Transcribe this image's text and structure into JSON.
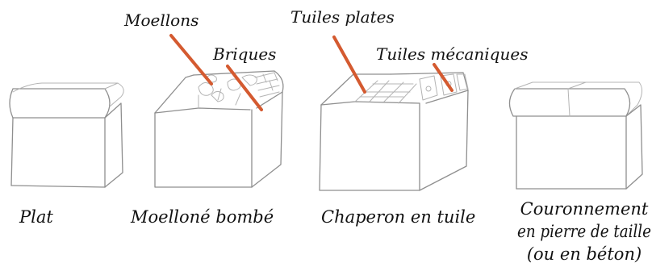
{
  "captions": {
    "plat": "Plat",
    "moellone": "Moelloné bombé",
    "chaperon": "Chaperon en tuile",
    "couronnement_line1": "Couronnement",
    "couronnement_line2": "en pierre de taille",
    "couronnement_line3": "(ou en béton)"
  },
  "callouts": {
    "moellons": "Moellons",
    "briques": "Briques",
    "tuiles_plates": "Tuiles plates",
    "tuiles_mecaniques": "Tuiles mécaniques"
  },
  "colors": {
    "accent_line": "#d45a30",
    "sketch": "#8f8f8f",
    "text": "#111111"
  }
}
